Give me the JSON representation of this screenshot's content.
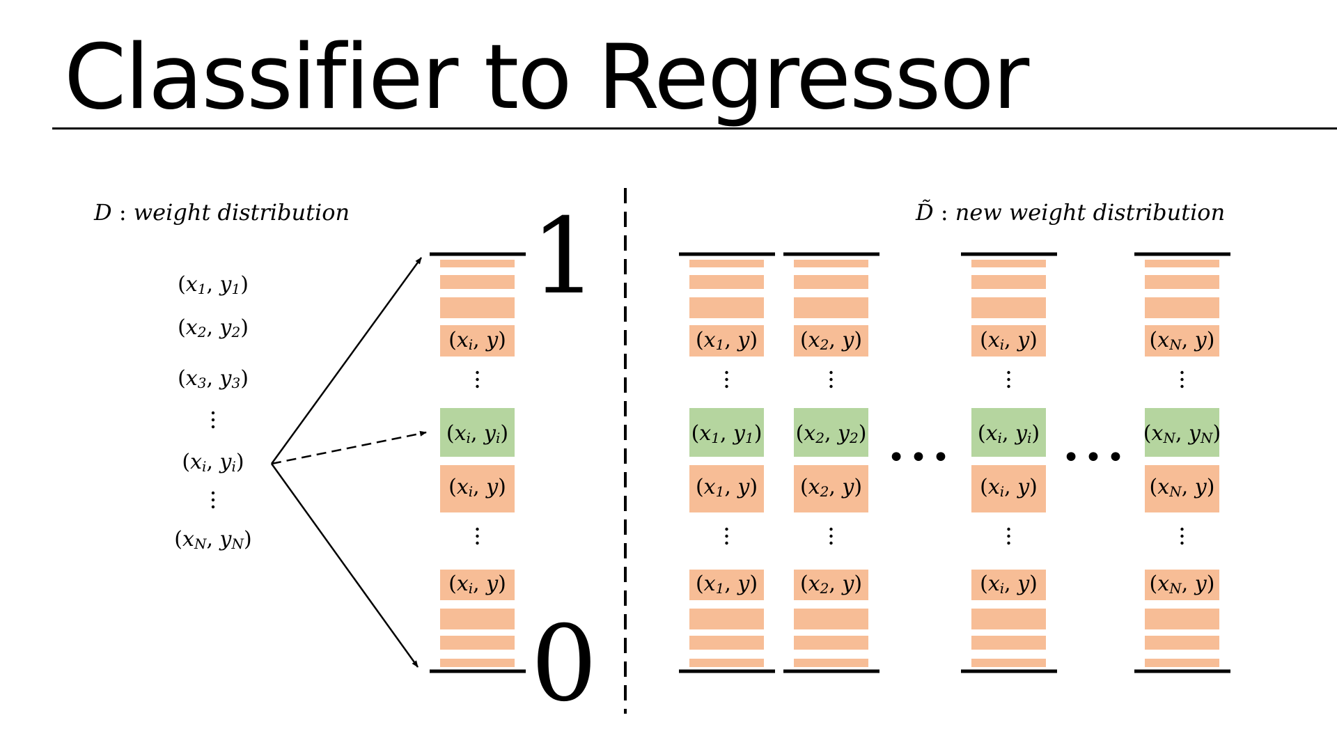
{
  "title": "Classifier to Regressor",
  "left_panel": {
    "label_symbol": "D",
    "label_sep": ":",
    "label_text": "weight distribution",
    "dataset": [
      {
        "x": "x",
        "xs": "1",
        "y": "y",
        "ys": "1"
      },
      {
        "x": "x",
        "xs": "2",
        "y": "y",
        "ys": "2"
      },
      {
        "x": "x",
        "xs": "3",
        "y": "y",
        "ys": "3"
      },
      {
        "vdots": true
      },
      {
        "x": "x",
        "xs": "i",
        "y": "y",
        "ys": "i"
      },
      {
        "vdots": true
      },
      {
        "x": "x",
        "xs": "N",
        "y": "y",
        "ys": "N"
      }
    ],
    "scale_top": "1",
    "scale_bottom": "0",
    "column": {
      "upper_label": {
        "x": "x",
        "xs": "i",
        "y": "y",
        "ys": ""
      },
      "highlight_label": {
        "x": "x",
        "xs": "i",
        "y": "y",
        "ys": "i"
      },
      "below_label": {
        "x": "x",
        "xs": "i",
        "y": "y",
        "ys": ""
      },
      "bottom_label": {
        "x": "x",
        "xs": "i",
        "y": "y",
        "ys": ""
      }
    }
  },
  "right_panel": {
    "label_symbol": "D̃",
    "label_sep": ":",
    "label_text": "new weight distribution",
    "ellipsis": "•••",
    "columns": [
      {
        "neg": {
          "x": "x",
          "xs": "1",
          "y": "y",
          "ys": ""
        },
        "pos": {
          "x": "x",
          "xs": "1",
          "y": "y",
          "ys": "1"
        }
      },
      {
        "neg": {
          "x": "x",
          "xs": "2",
          "y": "y",
          "ys": ""
        },
        "pos": {
          "x": "x",
          "xs": "2",
          "y": "y",
          "ys": "2"
        }
      },
      {
        "neg": {
          "x": "x",
          "xs": "i",
          "y": "y",
          "ys": ""
        },
        "pos": {
          "x": "x",
          "xs": "i",
          "y": "y",
          "ys": "i"
        }
      },
      {
        "neg": {
          "x": "x",
          "xs": "N",
          "y": "y",
          "ys": ""
        },
        "pos": {
          "x": "x",
          "xs": "N",
          "y": "y",
          "ys": "N"
        }
      }
    ]
  },
  "colors": {
    "orange_block": "#f7bd96",
    "green_block": "#b5d59f",
    "line": "#000000"
  }
}
